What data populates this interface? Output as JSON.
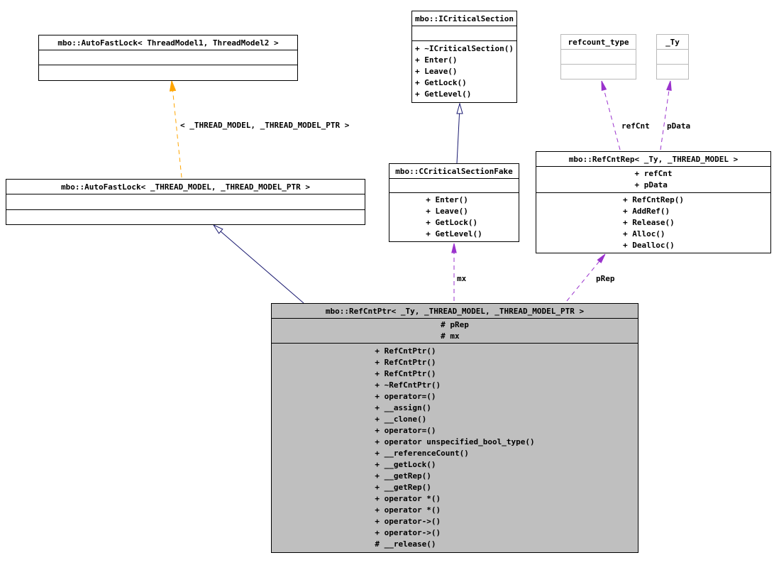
{
  "classes": {
    "auto_fast_lock_t1t2": {
      "title": "mbo::AutoFastLock< ThreadModel1, ThreadModel2 >",
      "attributes": [],
      "methods": []
    },
    "icritical_section": {
      "title": "mbo::ICriticalSection",
      "attributes": [],
      "methods": [
        "+ ~ICriticalSection()",
        "+ Enter()",
        "+ Leave()",
        "+ GetLock()",
        "+ GetLevel()"
      ]
    },
    "refcount_type": {
      "title": "refcount_type",
      "attributes": [],
      "methods": []
    },
    "ty": {
      "title": "_Ty",
      "attributes": [],
      "methods": []
    },
    "auto_fast_lock_tm": {
      "title": "mbo::AutoFastLock< _THREAD_MODEL, _THREAD_MODEL_PTR >",
      "attributes": [],
      "methods": []
    },
    "ccritical_section_fake": {
      "title": "mbo::CCriticalSectionFake",
      "attributes": [],
      "methods": [
        "+ Enter()",
        "+ Leave()",
        "+ GetLock()",
        "+ GetLevel()"
      ]
    },
    "ref_cnt_rep": {
      "title": "mbo::RefCntRep< _Ty, _THREAD_MODEL >",
      "attributes": [
        "+ refCnt",
        "+ pData"
      ],
      "methods": [
        "+ RefCntRep()",
        "+ AddRef()",
        "+ Release()",
        "+ Alloc()",
        "+ Dealloc()"
      ]
    },
    "ref_cnt_ptr": {
      "title": "mbo::RefCntPtr< _Ty, _THREAD_MODEL, _THREAD_MODEL_PTR >",
      "attributes": [
        "# pRep",
        "# mx"
      ],
      "methods": [
        "+ RefCntPtr()",
        "+ RefCntPtr()",
        "+ RefCntPtr()",
        "+ ~RefCntPtr()",
        "+ operator=()",
        "+ __assign()",
        "+ __clone()",
        "+ operator=()",
        "+ operator unspecified_bool_type()",
        "+ __referenceCount()",
        "+ __getLock()",
        "+ __getRep()",
        "+ __getRep()",
        "+ operator *()",
        "+ operator *()",
        "+ operator->()",
        "+ operator->()",
        "# __release()"
      ]
    }
  },
  "edge_labels": {
    "template_args": "< _THREAD_MODEL, _THREAD_MODEL_PTR >",
    "ref_cnt": "refCnt",
    "p_data": "pData",
    "mx": "mx",
    "p_rep": "pRep"
  },
  "colors": {
    "inheritance": "#191970",
    "usage": "#9a32cd",
    "template_instantiation": "#ffa500",
    "focus_node_fill": "#bfbfbf",
    "external_node_border": "#b9b9b9"
  }
}
